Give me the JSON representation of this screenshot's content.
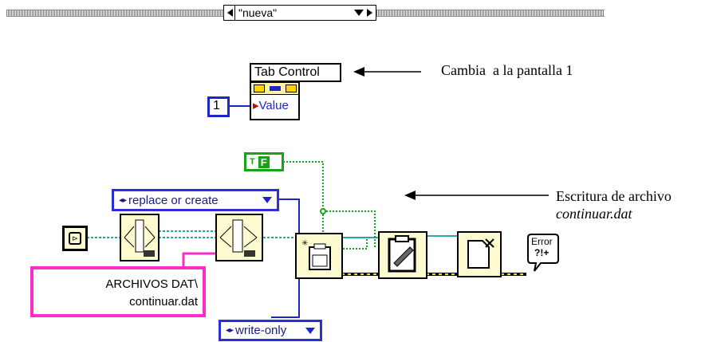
{
  "case_selector": {
    "value": "\"nueva\""
  },
  "tab_control": {
    "title": "Tab Control",
    "property": "Value",
    "constant": "1"
  },
  "notes": {
    "screen_change": "Cambia  a la pantalla 1",
    "file_write_line1": "Escritura de archivo",
    "file_write_line2": "continuar.dat"
  },
  "bool_constant": {
    "label": "F"
  },
  "enums": {
    "open_mode": "replace or create",
    "access_mode": "write-only"
  },
  "path_constant": {
    "line1": "ARCHIVOS DAT\\",
    "line2": "continuar.dat"
  },
  "error_handler": {
    "label": "Error",
    "sub": "?!+"
  },
  "colors": {
    "wire_blue": "#1f26c8",
    "wire_teal": "#2aa6a0",
    "wire_pink": "#ff2dcb",
    "wire_green": "#1aa21a",
    "subvi_bg": "#fffbd0"
  },
  "icons": [
    "refnum-icon",
    "build-path-icon",
    "open-file-icon",
    "write-file-icon",
    "close-file-icon",
    "error-handler-icon"
  ]
}
